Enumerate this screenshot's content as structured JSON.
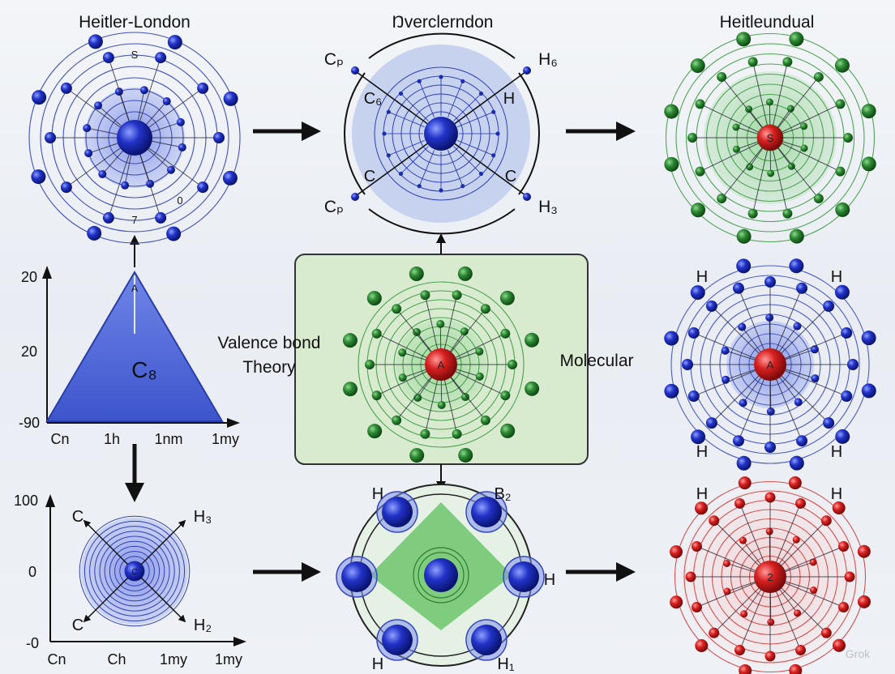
{
  "titles": {
    "left": "Heitler-London",
    "center": "Ŋverclerndon",
    "right": "Heitleundual"
  },
  "center_labels": {
    "valence_line1": "Valence bond",
    "valence_line2": "Theory",
    "molecular": "Molecular"
  },
  "nucleus_labels": {
    "green_box": "A",
    "right_top": "S",
    "right_mid": "A",
    "right_bottom": "2",
    "bottom_left": "C",
    "triangle_apex": "A"
  },
  "atom_labels": {
    "top_left_ring": [
      "S",
      "7",
      "0"
    ],
    "top_center": [
      "Cₚ",
      "H₆",
      "C₆",
      "H",
      "C",
      "C",
      "Cₚ",
      "H₃"
    ],
    "right_mid": [
      "H",
      "H",
      "H",
      "H"
    ],
    "right_bottom": [
      "H",
      "H"
    ],
    "bottom_left": [
      "C",
      "H₃",
      "C",
      "H₂"
    ],
    "bottom_center": [
      "H",
      "B₂",
      "H",
      "H",
      "H₁"
    ]
  },
  "triangle_chart": {
    "label": "C₈",
    "y_ticks": [
      "20",
      "20",
      "-90"
    ],
    "x_ticks": [
      "Cn",
      "1h",
      "1nm",
      "1my"
    ]
  },
  "bottom_chart": {
    "y_ticks": [
      "100",
      "0",
      "-0"
    ],
    "x_ticks": [
      "Cn",
      "Ch",
      "1my",
      "1my"
    ]
  },
  "watermark": "Grok",
  "colors": {
    "blue": "#1c2fb0",
    "green": "#2e7d32",
    "red": "#d32020",
    "ring_blue": "#3a4cc0",
    "ring_green": "#3f9a45",
    "ring_red": "#d04040"
  }
}
